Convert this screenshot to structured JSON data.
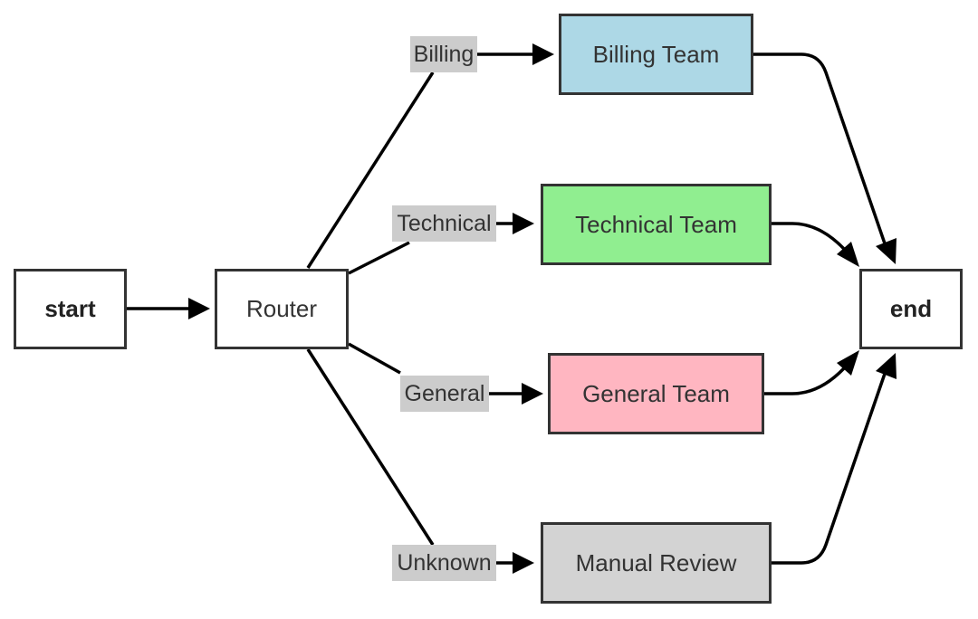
{
  "nodes": {
    "start": {
      "label": "start"
    },
    "router": {
      "label": "Router"
    },
    "billing": {
      "label": "Billing Team",
      "color": "#add8e6"
    },
    "technical": {
      "label": "Technical Team",
      "color": "#90ee90"
    },
    "general": {
      "label": "General Team",
      "color": "#ffb6c1"
    },
    "manual": {
      "label": "Manual Review",
      "color": "#d3d3d3"
    },
    "end": {
      "label": "end"
    }
  },
  "edge_labels": {
    "billing": "Billing",
    "technical": "Technical",
    "general": "General",
    "unknown": "Unknown"
  },
  "edges": [
    {
      "from": "start",
      "to": "router"
    },
    {
      "from": "router",
      "to": "billing",
      "label": "Billing"
    },
    {
      "from": "router",
      "to": "technical",
      "label": "Technical"
    },
    {
      "from": "router",
      "to": "general",
      "label": "General"
    },
    {
      "from": "router",
      "to": "manual",
      "label": "Unknown"
    },
    {
      "from": "billing",
      "to": "end"
    },
    {
      "from": "technical",
      "to": "end"
    },
    {
      "from": "general",
      "to": "end"
    },
    {
      "from": "manual",
      "to": "end"
    }
  ]
}
